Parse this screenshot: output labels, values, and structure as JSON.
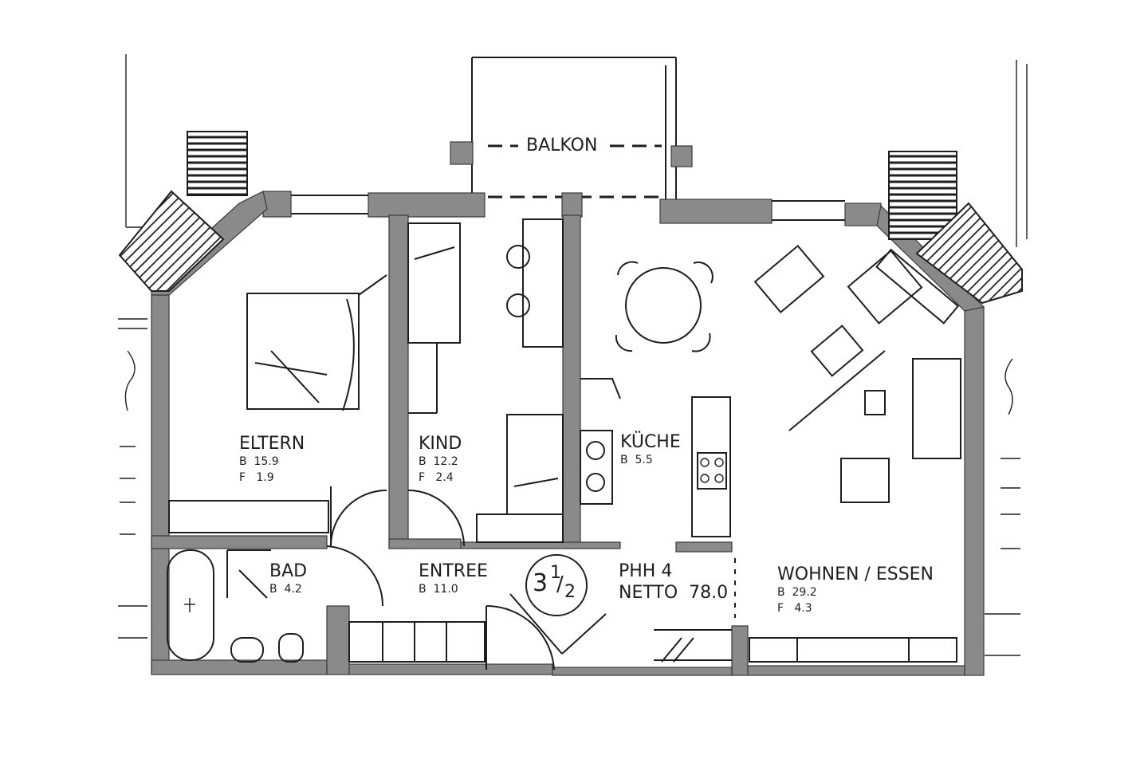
{
  "balcony": {
    "label": "BALKON"
  },
  "rooms": {
    "eltern": {
      "name": "ELTERN",
      "b": "B  15.9",
      "f": "F   1.9"
    },
    "kind": {
      "name": "KIND",
      "b": "B  12.2",
      "f": "F   2.4"
    },
    "kueche": {
      "name": "KÜCHE",
      "b": "B  5.5"
    },
    "bad": {
      "name": "BAD",
      "b": "B  4.2"
    },
    "entree": {
      "name": "ENTREE",
      "b": "B  11.0"
    },
    "wohnen": {
      "name": "WOHNEN / ESSEN",
      "b": "B  29.2",
      "f": "F   4.3"
    }
  },
  "unit": {
    "code": "PHH 4",
    "netto": "NETTO  78.0",
    "rooms_whole": "3",
    "rooms_num": "1",
    "rooms_den": "2"
  }
}
